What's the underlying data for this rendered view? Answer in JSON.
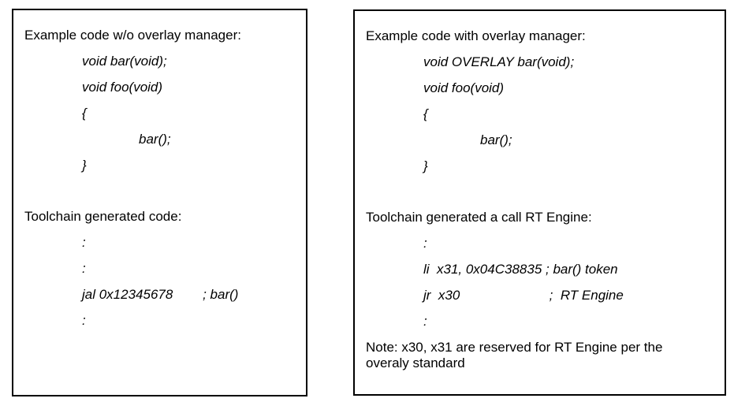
{
  "left_panel": {
    "heading": "Example code w/o overlay manager:",
    "code_lines": [
      "void bar(void);",
      "void foo(void)",
      "{",
      "bar();",
      "}"
    ],
    "toolchain_heading": "Toolchain generated code:",
    "generated_lines": [
      ":",
      ":",
      "jal 0x12345678        ; bar()",
      ":"
    ]
  },
  "right_panel": {
    "heading": "Example code with overlay manager:",
    "code_lines": [
      "void OVERLAY bar(void);",
      "void foo(void)",
      "{",
      "bar();",
      "}"
    ],
    "toolchain_heading": "Toolchain generated a call RT Engine:",
    "generated_lines": [
      ":",
      "li  x31, 0x04C38835 ; bar() token",
      "jr  x30                        ;  RT Engine",
      ":"
    ],
    "note": "Note: x30, x31 are reserved for RT Engine per the overaly standard"
  }
}
